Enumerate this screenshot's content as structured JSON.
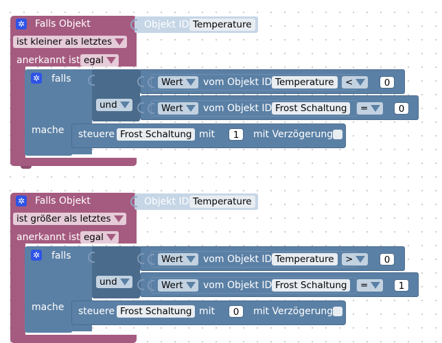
{
  "colors": {
    "event_block": "#a55b80",
    "logic_block": "#5b80a5",
    "value_block": "#c6d6e6"
  },
  "blocks": [
    {
      "header": "Falls Objekt",
      "object_label": "Objekt ID",
      "object_value": "Temperature",
      "trigger": "ist kleiner als letztes",
      "ack_label": "anerkannt ist",
      "ack_value": "egal",
      "if_label": "falls",
      "and_label": "und",
      "do_label": "mache",
      "cond1": {
        "dd": "Wert",
        "label": "vom Objekt ID",
        "obj": "Temperature",
        "op": "<",
        "num": "0"
      },
      "cond2": {
        "dd": "Wert",
        "label": "vom Objekt ID",
        "obj": "Frost Schaltung",
        "op": "=",
        "num": "0"
      },
      "action": {
        "label": "steuere",
        "obj": "Frost Schaltung",
        "with": "mit",
        "num": "1",
        "delay": "mit Verzögerung"
      }
    },
    {
      "header": "Falls Objekt",
      "object_label": "Objekt ID",
      "object_value": "Temperature",
      "trigger": "ist größer als letztes",
      "ack_label": "anerkannt ist",
      "ack_value": "egal",
      "if_label": "falls",
      "and_label": "und",
      "do_label": "mache",
      "cond1": {
        "dd": "Wert",
        "label": "vom Objekt ID",
        "obj": "Temperature",
        "op": ">",
        "num": "0"
      },
      "cond2": {
        "dd": "Wert",
        "label": "vom Objekt ID",
        "obj": "Frost Schaltung",
        "op": "=",
        "num": "1"
      },
      "action": {
        "label": "steuere",
        "obj": "Frost Schaltung",
        "with": "mit",
        "num": "0",
        "delay": "mit Verzögerung"
      }
    }
  ]
}
